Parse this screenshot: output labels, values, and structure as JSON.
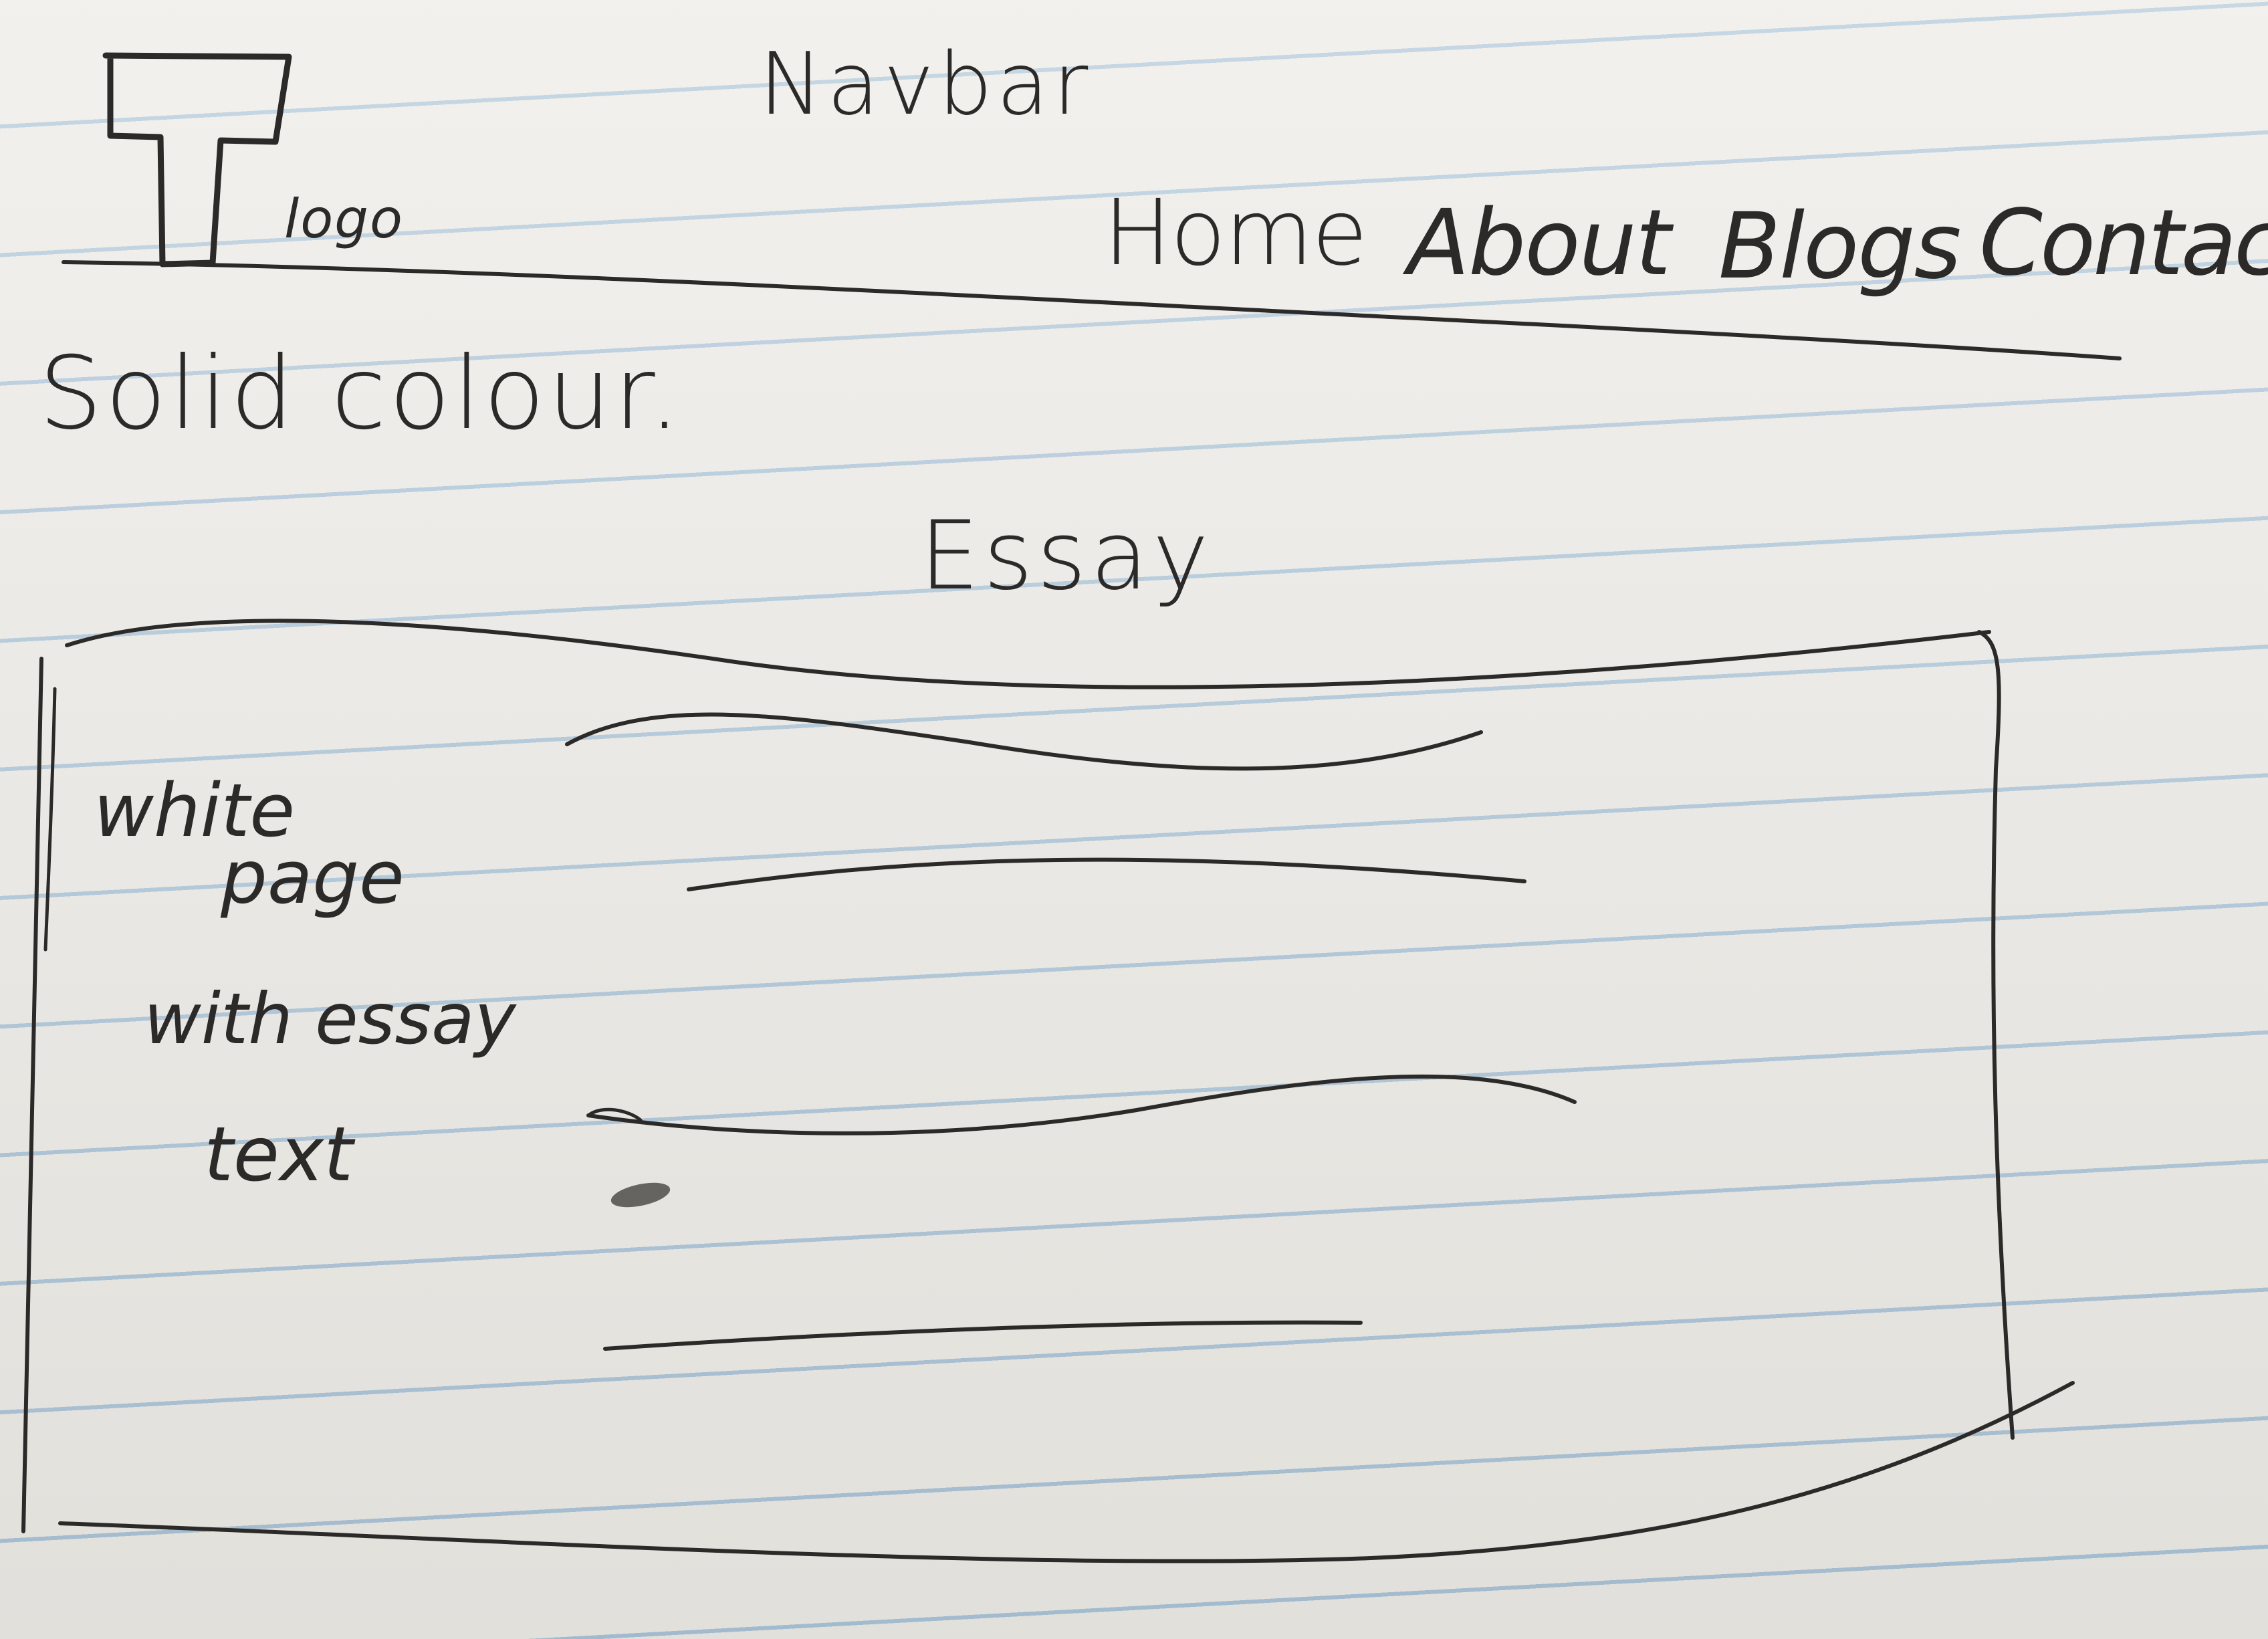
{
  "sketch": {
    "title": "Navbar",
    "logo": {
      "glyph": "T",
      "label": "logo"
    },
    "nav_items": [
      {
        "label": "Home"
      },
      {
        "label": "About"
      },
      {
        "label": "Blogs"
      },
      {
        "label": "Contacts"
      }
    ],
    "background_note": "Solid colour.",
    "content_title": "Essay",
    "content_note_lines": [
      "white",
      "page",
      "with essay",
      "text"
    ]
  },
  "colors": {
    "paper": "#ebe9e4",
    "rule_lines": "#a9c2d6",
    "ink": "#2c2a28"
  }
}
